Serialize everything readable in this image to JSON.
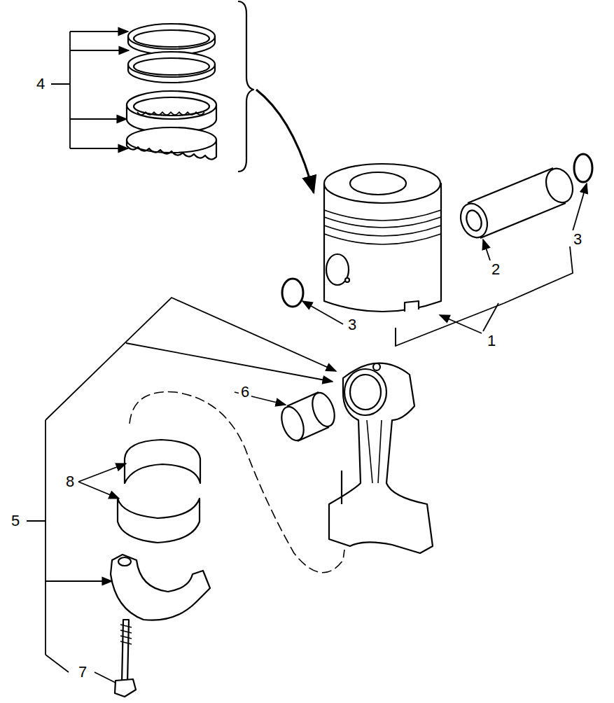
{
  "diagram": {
    "labels": [
      "4",
      "3",
      "2",
      "3",
      "1",
      "6",
      "8",
      "5",
      "7"
    ]
  }
}
